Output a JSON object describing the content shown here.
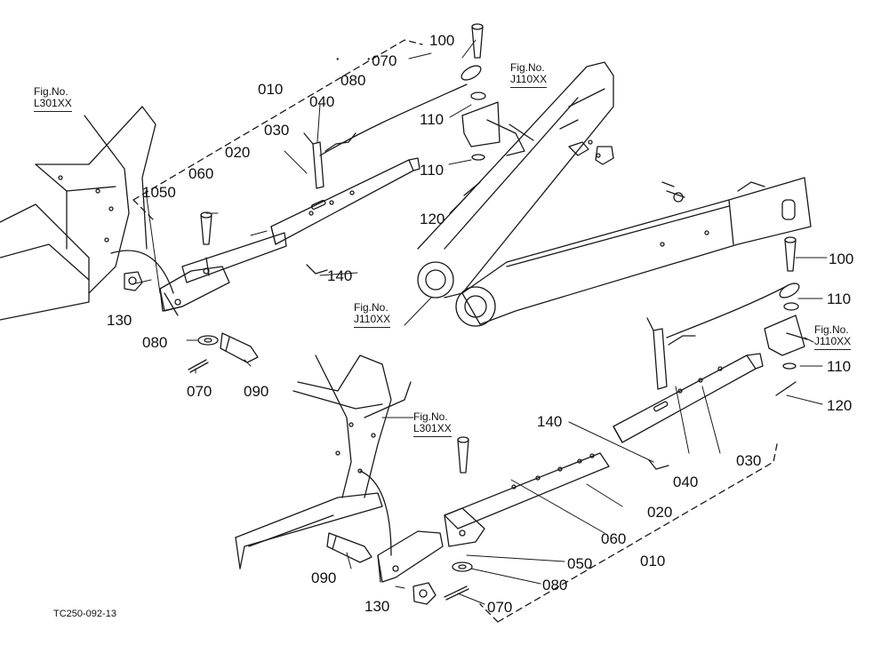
{
  "drawing_ref": "TC250-092-13",
  "callouts": {
    "p010": "010",
    "p020": "020",
    "p030": "030",
    "p040_080_070": [
      "040",
      "080",
      "070"
    ],
    "p050": "1050",
    "p060": "060",
    "p070": "070",
    "p080": "080",
    "p090": "090",
    "p100": "100",
    "p110": "110",
    "p120": "120",
    "p130": "130",
    "p140": "140"
  },
  "callouts_lower": {
    "p010": "010",
    "p020": "020",
    "p030": "030",
    "p040": "040",
    "p050": "050",
    "p060": "060",
    "p070": "070",
    "p080": "080",
    "p090": "090",
    "p100": "100",
    "p110a": "110",
    "p110b": "110",
    "p120": "120",
    "p130": "130",
    "p140": "140"
  },
  "fig_refs": {
    "label": "Fig.No.",
    "upper_left": "L301XX",
    "upper_mid": "J110XX",
    "upper_lower": "J110XX",
    "lower_right": "J110XX",
    "lower_left": "L301XX"
  }
}
